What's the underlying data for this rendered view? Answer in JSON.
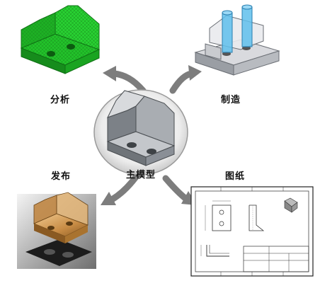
{
  "labels": {
    "analysis": "分析",
    "manufacturing": "制造",
    "publish": "发布",
    "master_model": "主模型",
    "drawing": "图纸"
  },
  "colors": {
    "analysis_mesh": "#22c22a",
    "manufacturing_tool": "#5fc0ec",
    "publish_render": "#c99a5a",
    "master_bracket": "#8a8f96",
    "arrow": "#7d7d7d"
  },
  "icons": [
    "bracket-part",
    "mesh-part",
    "tooling-part",
    "rendered-part",
    "engineering-drawing"
  ]
}
